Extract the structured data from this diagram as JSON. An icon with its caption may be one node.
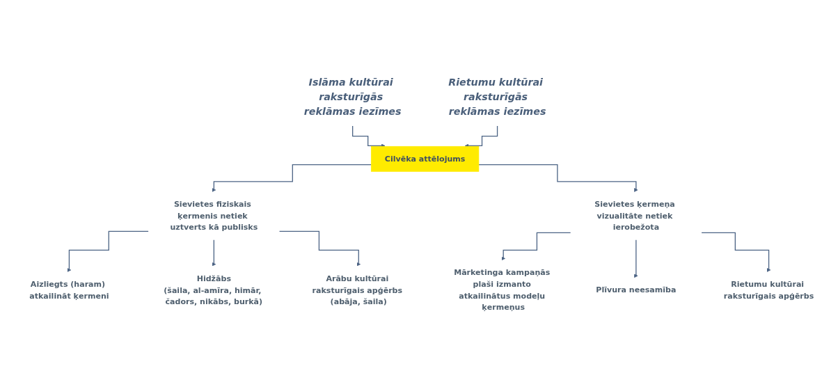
{
  "diagram": {
    "nodes": [
      {
        "text": [
          "Islāma kultūrai raksturīgās reklāmas iezīmes"
        ]
      },
      {
        "text": [
          "Rietumu kultūrai raksturīgās reklāmas iezīmes"
        ]
      },
      {
        "text": [
          "Cilvēka attēlojums"
        ]
      },
      {
        "text": [
          "Sievietes fiziskais ķermenis netiek uztverts kā publisks"
        ]
      },
      {
        "text": [
          "Sievietes ķermeņa vizualitāte netiek ierobežota"
        ]
      },
      {
        "text": [
          "Aizliegts (haram) atkailināt ķermeni"
        ]
      },
      {
        "text": [
          "Hidžābs",
          "(šaila, al-amīra, himār, čadors, nikābs, burkā)"
        ]
      },
      {
        "text": [
          "Arābu kultūrai raksturīgais apģērbs (abāja, šaila)"
        ]
      },
      {
        "text": [
          "Mārketinga kampaņās plaši izmanto atkailinātus modeļu ķermeņus"
        ]
      },
      {
        "text": [
          "Plīvura neesamība"
        ]
      },
      {
        "text": [
          "Rietumu kultūrai raksturīgais apģērbs"
        ]
      }
    ],
    "edges": [
      {
        "from": 0,
        "to": 2,
        "arrow": "to"
      },
      {
        "from": 1,
        "to": 2,
        "arrow": "to"
      },
      {
        "from": 2,
        "to": 3,
        "arrow": "to"
      },
      {
        "from": 2,
        "to": 4,
        "arrow": "to"
      },
      {
        "from": 3,
        "to": 5,
        "arrow": "to"
      },
      {
        "from": 3,
        "to": 6,
        "arrow": "to"
      },
      {
        "from": 3,
        "to": 7,
        "arrow": "to"
      },
      {
        "from": 4,
        "to": 8,
        "arrow": "to"
      },
      {
        "from": 4,
        "to": 9,
        "arrow": "to"
      },
      {
        "from": 4,
        "to": 10,
        "arrow": "to"
      }
    ]
  }
}
